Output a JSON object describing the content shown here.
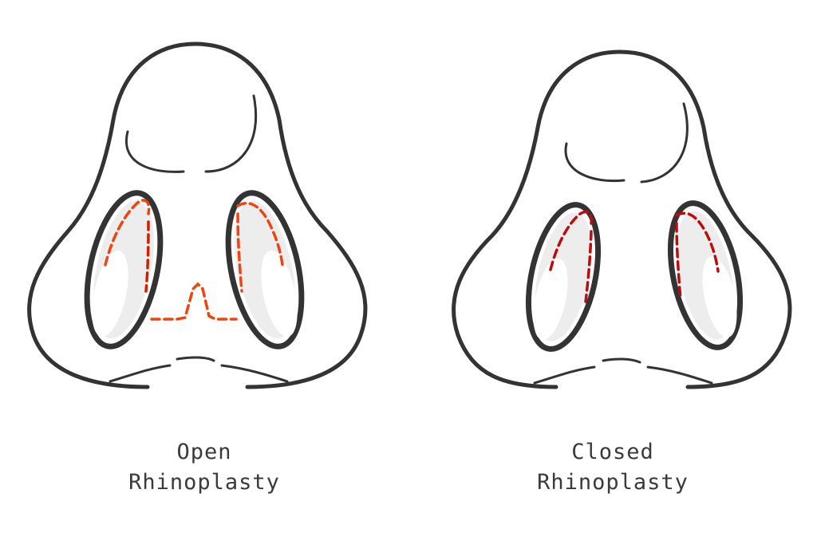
{
  "figures": [
    {
      "caption_line1": "Open",
      "caption_line2": "Rhinoplasty",
      "incision_color": "#ee4411",
      "deep_incision_color": "#cc2200"
    },
    {
      "caption_line1": "Closed",
      "caption_line2": "Rhinoplasty",
      "incision_color": "#bb0d0d"
    }
  ]
}
